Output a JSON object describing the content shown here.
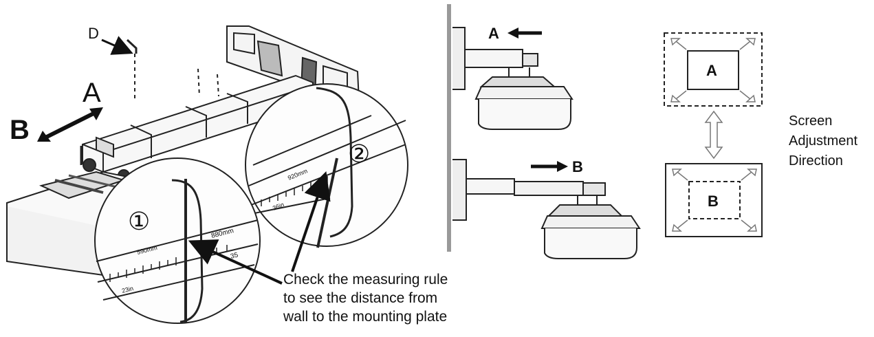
{
  "mount_figure": {
    "label_a": "A",
    "label_b": "B",
    "label_d": "D",
    "callout_1": "①",
    "callout_2": "②",
    "rule1": {
      "mm": "590mm",
      "mm_right": "880mm",
      "inch": "23in",
      "inch_right": "35"
    },
    "rule2": {
      "mm": "920mm",
      "inch": "36in"
    },
    "caption": [
      "Check the measuring rule",
      "to see the distance from",
      "wall to the mounting plate"
    ]
  },
  "arm_figure": {
    "label_a": "A",
    "label_b": "B"
  },
  "screen_figure": {
    "label_a": "A",
    "label_b": "B",
    "side_text": [
      "Screen",
      "Adjustment",
      "Direction"
    ]
  }
}
